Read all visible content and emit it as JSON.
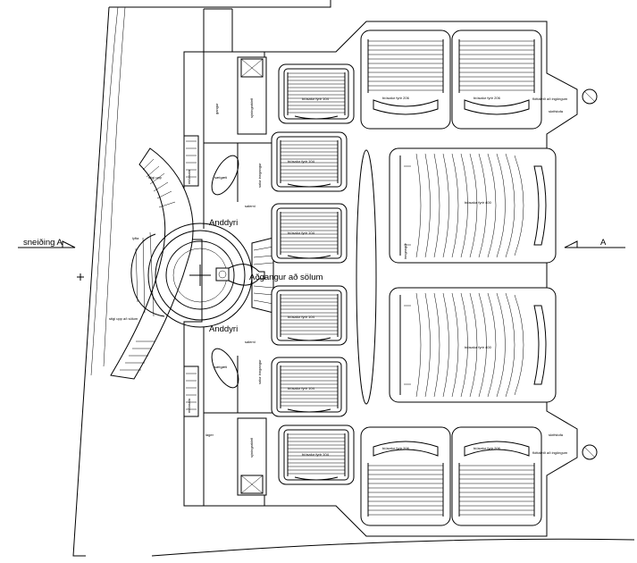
{
  "labels": {
    "section_left": "sneiðing A",
    "section_right": "A",
    "entrance": "Aðgangur að sölum",
    "lobby_top": "Anddyri",
    "lobby_bottom": "Anddyri",
    "hall_104_a": "bíósalur fyrir 104",
    "hall_206_a": "bíósalur fyrir 206",
    "hall_206_b": "bíósalur fyrir 206",
    "hall_104_b": "bíósalur fyrir 104",
    "hall_104_c": "bíósalur fyrir 104",
    "hall_400_a": "bíósalur fyrir 400",
    "hall_104_d": "bíósalur fyrir 104",
    "hall_400_b": "bíósalur fyrir 400",
    "hall_104_e": "bíósalur fyrir 104",
    "hall_206_c": "bíósalur fyrir 206",
    "hall_206_d": "bíósalur fyrir 206",
    "hall_104_f": "bíósalur fyrir 104",
    "control_top": "sýningarklefi",
    "control_bottom": "sýningarklefi",
    "lager": "lager",
    "emergency_top": "flóttaleið að ingöngum",
    "emergency_bottom": "flóttaleið að ingöngum",
    "office_top": "skrifstofa",
    "office_bottom": "skrifstofa",
    "ticket_top": "miðasala",
    "ticket_bottom": "miðasala",
    "kiosk_top": "sælgæti",
    "kiosk_bottom": "sælgæti",
    "stair_label": "stigi upp",
    "elevator": "lyfta",
    "stair_up": "stigi upp að sölum",
    "wc_top": "salerni",
    "wc_bottom": "salerni",
    "hall_entry_top": "salur inngangur",
    "hall_entry_bottom": "salur inngangur",
    "side_entry": "inngangur",
    "corridor": "gangur"
  }
}
